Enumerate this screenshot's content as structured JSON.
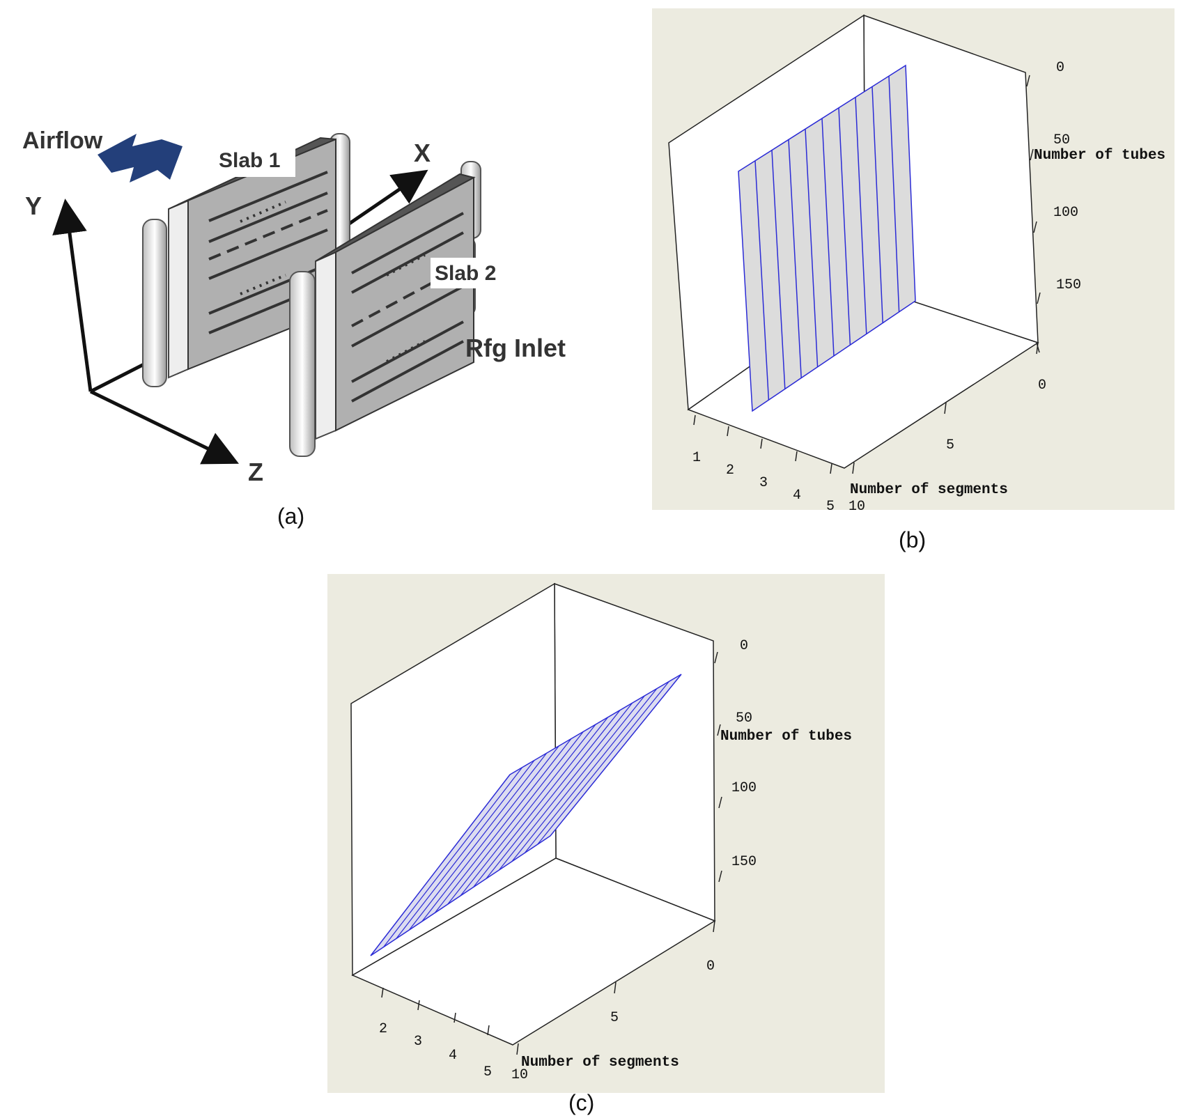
{
  "panel_a": {
    "airflow_label": "Airflow",
    "slab1_label": "Slab 1",
    "slab2_label": "Slab 2",
    "inlet_label": "Rfg Inlet",
    "axis_x": "X",
    "axis_y": "Y",
    "axis_z": "Z",
    "caption": "(a)"
  },
  "panel_b": {
    "caption": "(b)",
    "tubes_axis_label": "Number of tubes",
    "segments_axis_label": "Number of segments",
    "tube_ticks": [
      "0",
      "50",
      "100",
      "150"
    ],
    "segment_ticks": [
      "0",
      "5",
      "10"
    ],
    "slab_ticks": [
      "1",
      "2",
      "3",
      "4",
      "5"
    ]
  },
  "panel_c": {
    "caption": "(c)",
    "tubes_axis_label": "Number of tubes",
    "segments_axis_label": "Number of segments",
    "tube_ticks": [
      "0",
      "50",
      "100",
      "150"
    ],
    "segment_ticks": [
      "0",
      "5",
      "10"
    ],
    "slab_ticks": [
      "2",
      "3",
      "4",
      "5"
    ]
  },
  "colors": {
    "plot_bg": "#ecebe0",
    "surface_fill": "#dcdcdc",
    "surface_line": "#2b2bd6",
    "airflow_arrow": "#233f7a",
    "slab_fill": "#b0b0b0"
  }
}
